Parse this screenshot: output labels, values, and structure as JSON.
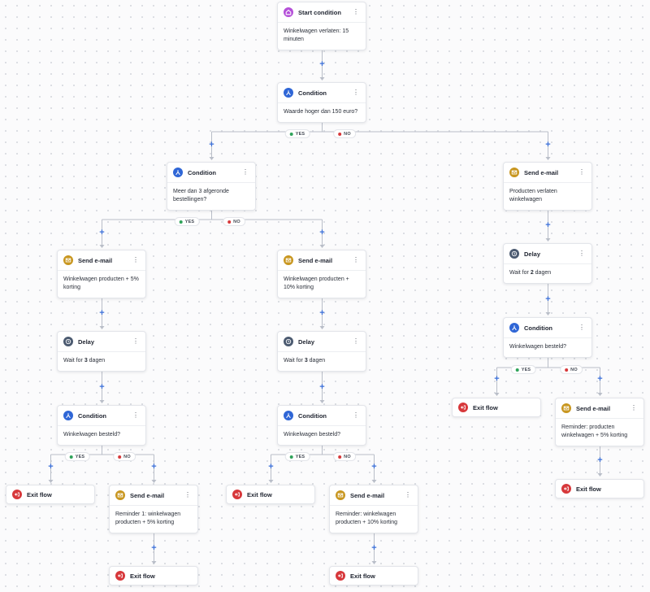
{
  "labels": {
    "yes": "YES",
    "no": "NO",
    "menu": "⋮"
  },
  "colors": {
    "connector": "#b9bec8",
    "plus": "#3b6fd8",
    "yes": "#2fa35a",
    "no": "#d7383b"
  },
  "nodes": {
    "start": {
      "title": "Start condition",
      "icon": "home-icon",
      "body": "Winkelwagen verlaten: 15 minuten"
    },
    "cond1": {
      "title": "Condition",
      "icon": "branch-icon",
      "body": "Waarde hoger dan 150 euro?"
    },
    "cond2": {
      "title": "Condition",
      "icon": "branch-icon",
      "body": "Meer dan 3 afgeronde bestellingen?"
    },
    "mailR1": {
      "title": "Send e-mail",
      "icon": "mail-icon",
      "body": "Producten verlaten winkelwagen"
    },
    "mailL": {
      "title": "Send e-mail",
      "icon": "mail-icon",
      "body": "Winkelwagen producten + 5% korting"
    },
    "mailM": {
      "title": "Send e-mail",
      "icon": "mail-icon",
      "body": "Winkelwagen producten + 10% korting"
    },
    "delayR": {
      "title": "Delay",
      "icon": "clock-icon",
      "body_pre": "Wait for ",
      "body_num": "2",
      "body_post": " dagen"
    },
    "delayL": {
      "title": "Delay",
      "icon": "clock-icon",
      "body_pre": "Wait for ",
      "body_num": "3",
      "body_post": " dagen"
    },
    "delayM": {
      "title": "Delay",
      "icon": "clock-icon",
      "body_pre": "Wait for ",
      "body_num": "3",
      "body_post": " dagen"
    },
    "condR": {
      "title": "Condition",
      "icon": "branch-icon",
      "body": "Winkelwagen besteld?"
    },
    "condL": {
      "title": "Condition",
      "icon": "branch-icon",
      "body": "Winkelwagen besteld?"
    },
    "condM": {
      "title": "Condition",
      "icon": "branch-icon",
      "body": "Winkelwagen besteld?"
    },
    "exitRY": {
      "title": "Exit flow",
      "icon": "exit-icon"
    },
    "mailRN": {
      "title": "Send e-mail",
      "icon": "mail-icon",
      "body": "Reminder: producten winkelwagen + 5% korting"
    },
    "exitRN": {
      "title": "Exit flow",
      "icon": "exit-icon"
    },
    "exitLY": {
      "title": "Exit flow",
      "icon": "exit-icon"
    },
    "mailLN": {
      "title": "Send e-mail",
      "icon": "mail-icon",
      "body": "Reminder 1: winkelwagen producten + 5% korting"
    },
    "exitLN": {
      "title": "Exit flow",
      "icon": "exit-icon"
    },
    "exitMY": {
      "title": "Exit flow",
      "icon": "exit-icon"
    },
    "mailMN": {
      "title": "Send e-mail",
      "icon": "mail-icon",
      "body": "Reminder: winkelwagen producten + 10% korting"
    },
    "exitMN": {
      "title": "Exit flow",
      "icon": "exit-icon"
    }
  }
}
